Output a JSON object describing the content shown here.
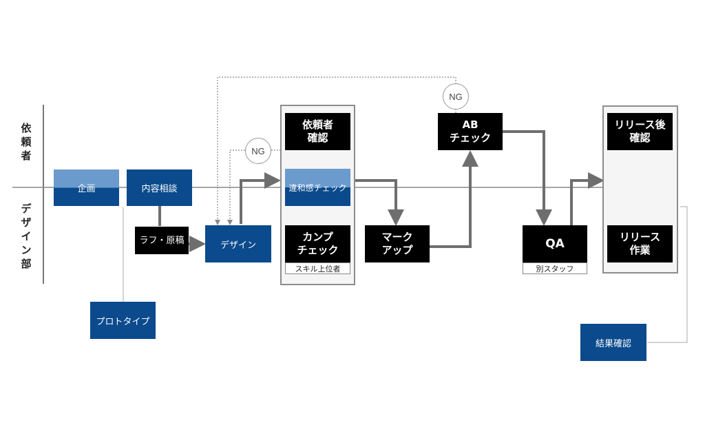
{
  "lanes": {
    "top": "依\n頼\n者",
    "bottom": "デ\nザ\nイ\nン\n部"
  },
  "nodes": {
    "kikaku": "企画",
    "naiyou_soudan": "内容相談",
    "rough_genkou": "ラフ・原稿",
    "prototype": "プロトタイプ",
    "design": "デザイン",
    "irai_kakunin": "依頼者\n確認",
    "iwakan_check": "違和感チェック",
    "kanpu_check": "カンプ\nチェック",
    "kanpu_sub": "スキル上位者",
    "markup": "マーク\nアップ",
    "ab_check": "AB\nチェック",
    "qa": "QA",
    "qa_sub": "別スタッフ",
    "release_go_kakunin": "リリース後\n確認",
    "release_sagyou": "リリース\n作業",
    "kekka_kakunin": "結果確認"
  },
  "ng_labels": [
    "NG",
    "NG"
  ],
  "colors": {
    "primary_blue": "#0b4a8c",
    "light_blue": "#6b9bcd",
    "black": "#000000",
    "arrow_gray": "#6e6e6e",
    "line_gray": "#9a9a9a"
  }
}
